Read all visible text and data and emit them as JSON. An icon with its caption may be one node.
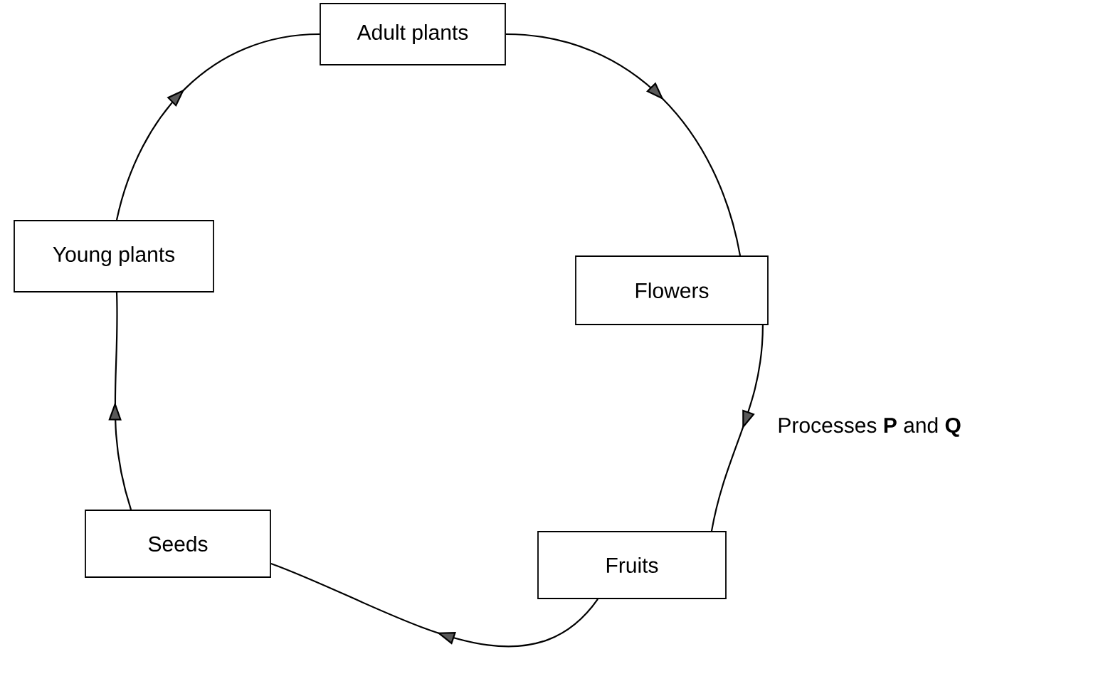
{
  "diagram": {
    "nodes": [
      {
        "text": [
          "Adult plants"
        ]
      },
      {
        "text": [
          "Flowers"
        ]
      },
      {
        "text": [
          "Fruits"
        ]
      },
      {
        "text": [
          "Seeds"
        ]
      },
      {
        "text": [
          "Young plants"
        ]
      }
    ],
    "edges": [
      {
        "from": 0,
        "to": 1,
        "arrow": "to"
      },
      {
        "from": 1,
        "to": 2,
        "arrow": "to",
        "label": "Processes **P** and **Q**"
      },
      {
        "from": 2,
        "to": 3,
        "arrow": "to"
      },
      {
        "from": 3,
        "to": 4,
        "arrow": "to"
      },
      {
        "from": 4,
        "to": 0,
        "arrow": "to"
      }
    ]
  }
}
